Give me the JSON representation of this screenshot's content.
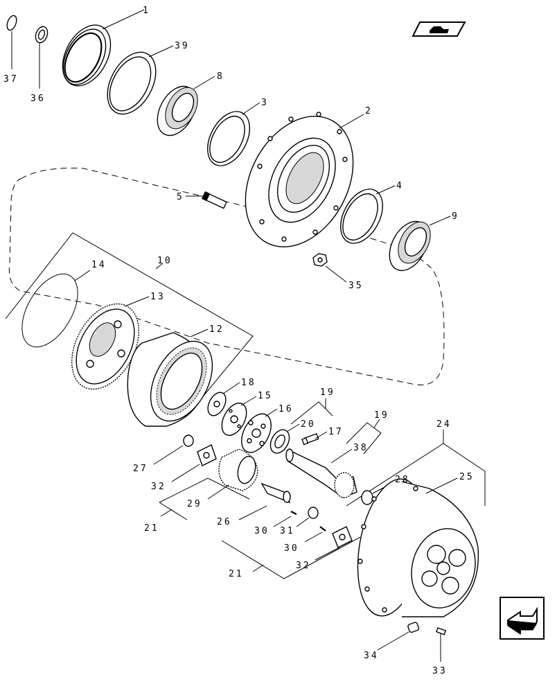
{
  "labels": {
    "p1": "1",
    "p39": "39",
    "p8": "8",
    "p3": "3",
    "p2": "2",
    "p37": "37",
    "p36": "36",
    "p5": "5",
    "p4": "4",
    "p9": "9",
    "p35": "35",
    "p10": "10",
    "p14": "14",
    "p13": "13",
    "p12": "12",
    "p18": "18",
    "p15": "15",
    "p16": "16",
    "p19a": "19",
    "p19b": "19",
    "p20": "20",
    "p17": "17",
    "p38": "38",
    "p24": "24",
    "p25": "25",
    "p28": "28",
    "p27": "27",
    "p32a": "32",
    "p29": "29",
    "p26": "26",
    "p21a": "21",
    "p30a": "30",
    "p31": "31",
    "p30b": "30",
    "p32b": "32",
    "p21b": "21",
    "p34": "34",
    "p33": "33"
  },
  "icons": {
    "top_right": "book-reference-icon",
    "bottom_right": "next-page-arrow-icon"
  }
}
